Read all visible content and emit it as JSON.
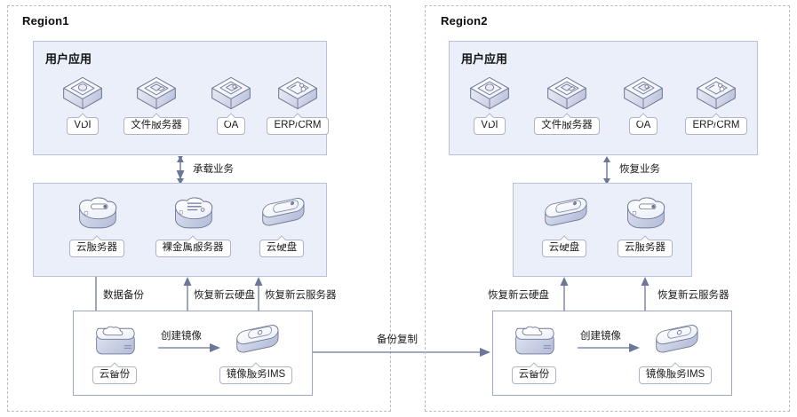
{
  "regions": [
    {
      "id": "region1",
      "title": "Region1",
      "app_panel": {
        "title": "用户应用",
        "nodes": [
          {
            "label": "VDI",
            "icon": "vdi-cube-icon"
          },
          {
            "label": "文件服务器",
            "icon": "file-server-cube-icon"
          },
          {
            "label": "OA",
            "icon": "oa-cube-icon"
          },
          {
            "label": "ERP/CRM",
            "icon": "erp-crm-cube-icon"
          }
        ]
      },
      "resource_panel": {
        "nodes": [
          {
            "label": "云服务器",
            "icon": "cloud-server-icon"
          },
          {
            "label": "裸金属服务器",
            "icon": "bare-metal-server-icon"
          },
          {
            "label": "云硬盘",
            "icon": "cloud-disk-icon"
          }
        ]
      },
      "backup_box": {
        "nodes": [
          {
            "label": "云备份",
            "icon": "cloud-backup-icon"
          },
          {
            "label": "镜像服务IMS",
            "icon": "image-service-icon"
          }
        ],
        "inner_arrow_label": "创建镜像"
      },
      "arrows": {
        "app_to_resource": "承载业务",
        "data_backup": "数据备份",
        "restore_disk": "恢复新云硬盘",
        "restore_server": "恢复新云服务器"
      }
    },
    {
      "id": "region2",
      "title": "Region2",
      "app_panel": {
        "title": "用户应用",
        "nodes": [
          {
            "label": "VDI",
            "icon": "vdi-cube-icon"
          },
          {
            "label": "文件服务器",
            "icon": "file-server-cube-icon"
          },
          {
            "label": "OA",
            "icon": "oa-cube-icon"
          },
          {
            "label": "ERP/CRM",
            "icon": "erp-crm-cube-icon"
          }
        ]
      },
      "resource_panel": {
        "nodes": [
          {
            "label": "云硬盘",
            "icon": "cloud-disk-icon"
          },
          {
            "label": "云服务器",
            "icon": "cloud-server-icon"
          }
        ]
      },
      "backup_box": {
        "nodes": [
          {
            "label": "云备份",
            "icon": "cloud-backup-icon"
          },
          {
            "label": "镜像服务IMS",
            "icon": "image-service-icon"
          }
        ],
        "inner_arrow_label": "创建镜像"
      },
      "arrows": {
        "app_to_resource": "恢复业务",
        "restore_disk": "恢复新云硬盘",
        "restore_server": "恢复新云服务器"
      }
    }
  ],
  "cross_region": {
    "label": "备份复制"
  },
  "colors": {
    "panel_fill": "#eaeffa",
    "panel_border": "#b9c2da",
    "region_border": "#bdbdbd",
    "box_border": "#9aa6c4",
    "arrow": "#6b7699",
    "text": "#1b1b1b"
  }
}
